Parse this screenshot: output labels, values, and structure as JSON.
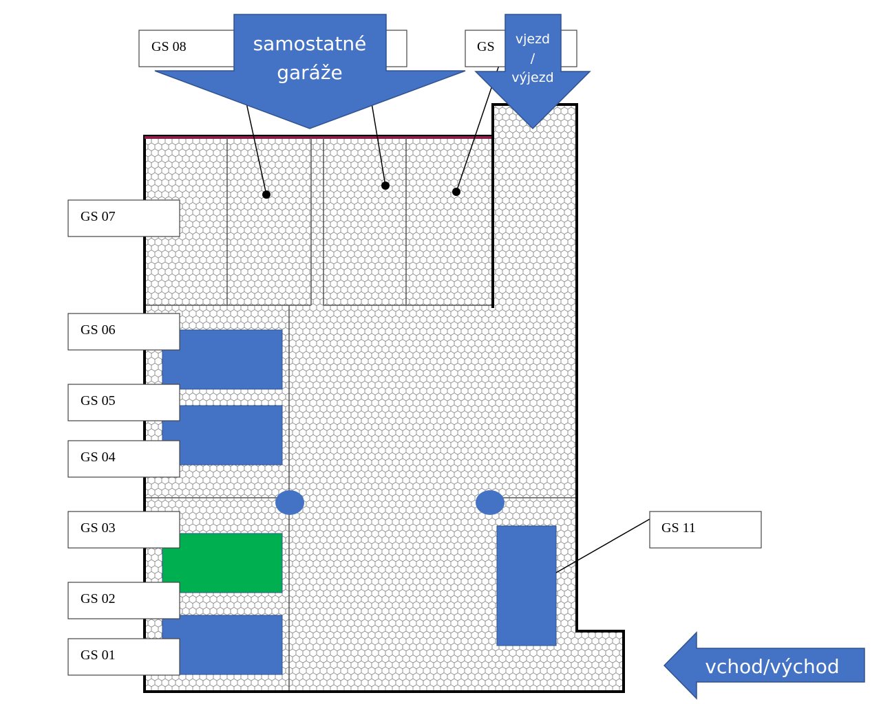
{
  "labels": {
    "gs01": "GS 01",
    "gs02": "GS 02",
    "gs03": "GS 03",
    "gs04": "GS 04",
    "gs05": "GS 05",
    "gs06": "GS 06",
    "gs07": "GS 07",
    "gs08": "GS 08",
    "gs_top_right": "GS",
    "gs11": "GS 11"
  },
  "arrows": {
    "garages_line1": "samostatné",
    "garages_line2": "garáže",
    "entry_line1": "vjezd",
    "entry_line2": "/",
    "entry_line3": "výjezd",
    "walk": "vchod/východ"
  },
  "colors": {
    "occupied": "#4472C4",
    "available": "#00B050",
    "outline": "#000000",
    "arrow": "#4472C4"
  }
}
